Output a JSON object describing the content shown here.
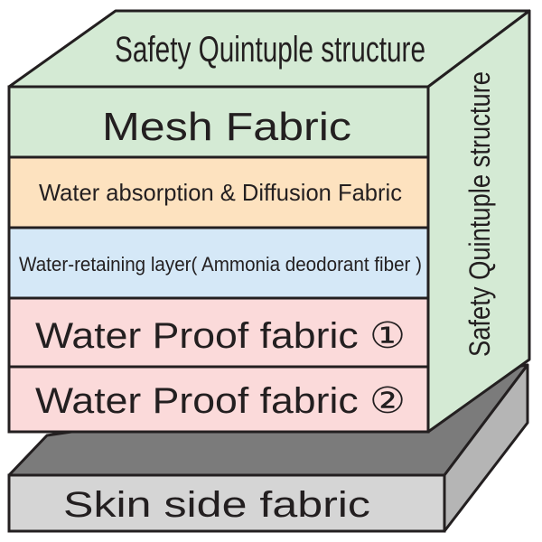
{
  "diagram": {
    "top_face_label": "Safety Quintuple structure",
    "side_face_label": "Safety Quintuple structure",
    "layers": [
      {
        "label": "Mesh Fabric",
        "color": "#d4ead4"
      },
      {
        "label": "Water absorption & Diffusion Fabric",
        "color": "#fde2bf"
      },
      {
        "label": "Water-retaining layer( Ammonia deodorant fiber )",
        "color": "#d5e8f7"
      },
      {
        "label": "Water Proof fabric ①",
        "color": "#fbdada"
      },
      {
        "label": "Water Proof fabric ②",
        "color": "#fbdada"
      }
    ],
    "base_label": "Skin side fabric",
    "colors": {
      "top_face": "#d4ead4",
      "side_face": "#d4ead4",
      "base_front": "#d5d5d5",
      "base_top": "#7b7b7b",
      "base_side": "#b5b5b5",
      "outline": "#231f20"
    }
  }
}
